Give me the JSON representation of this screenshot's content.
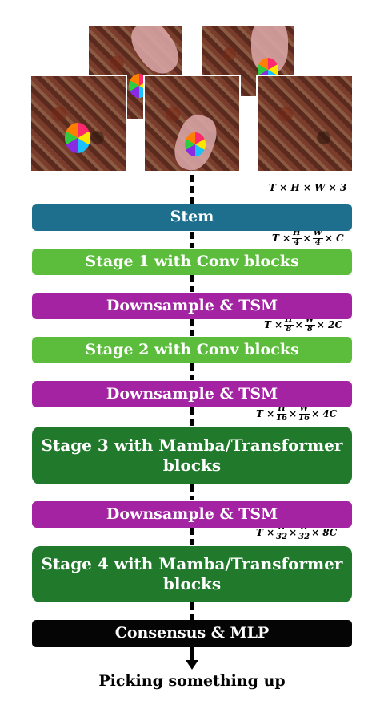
{
  "stages": {
    "stem": "Stem",
    "stage1": "Stage 1 with Conv blocks",
    "downsample1": "Downsample & TSM",
    "stage2": "Stage 2 with Conv blocks",
    "downsample2": "Downsample & TSM",
    "stage3": "Stage 3 with Mamba/Transformer blocks",
    "downsample3": "Downsample & TSM",
    "stage4": "Stage 4 with Mamba/Transformer blocks",
    "head": "Consensus & MLP"
  },
  "dims": {
    "input": "T × H × W × 3",
    "s1": {
      "pre": "T ×",
      "h_num": "H",
      "h_den": "4",
      "mid": "×",
      "w_num": "W",
      "w_den": "4",
      "post": "× C"
    },
    "s2": {
      "pre": "T ×",
      "h_num": "H",
      "h_den": "8",
      "mid": "×",
      "w_num": "W",
      "w_den": "8",
      "post": "× 2C"
    },
    "s3": {
      "pre": "T ×",
      "h_num": "H",
      "h_den": "16",
      "mid": "×",
      "w_num": "W",
      "w_den": "16",
      "post": "× 4C"
    },
    "s4": {
      "pre": "T ×",
      "h_num": "H",
      "h_den": "32",
      "mid": "×",
      "w_num": "W",
      "w_den": "32",
      "post": "× 8C"
    }
  },
  "output_label": "Picking something up",
  "colors": {
    "stem": "#1e6f8e",
    "conv_stage": "#5bbd3b",
    "downsample": "#a323a3",
    "mamba_stage": "#217a2c",
    "head": "#050505"
  }
}
